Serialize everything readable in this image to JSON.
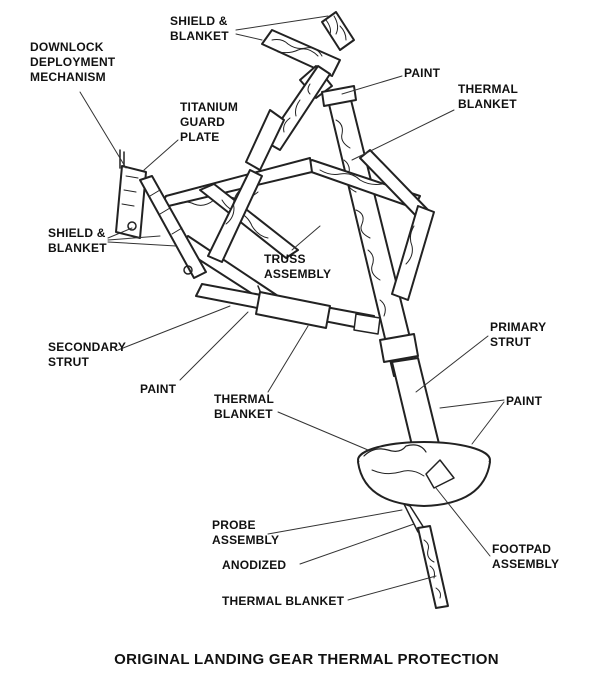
{
  "caption": "ORIGINAL LANDING GEAR THERMAL PROTECTION",
  "labels": {
    "shield_blanket_top": [
      "SHIELD &",
      "BLANKET"
    ],
    "downlock": [
      "DOWNLOCK",
      "DEPLOYMENT",
      "MECHANISM"
    ],
    "paint_top": "PAINT",
    "thermal_blanket_top": [
      "THERMAL",
      "BLANKET"
    ],
    "titanium_guard": [
      "TITANIUM",
      "GUARD",
      "PLATE"
    ],
    "shield_blanket_left": [
      "SHIELD &",
      "BLANKET"
    ],
    "truss_assembly": [
      "TRUSS",
      "ASSEMBLY"
    ],
    "secondary_strut": [
      "SECONDARY",
      "STRUT"
    ],
    "primary_strut": [
      "PRIMARY",
      "STRUT"
    ],
    "paint_mid": "PAINT",
    "thermal_blanket_mid": [
      "THERMAL",
      "BLANKET"
    ],
    "paint_right": "PAINT",
    "probe_assembly": [
      "PROBE",
      "ASSEMBLY"
    ],
    "anodized": "ANODIZED",
    "footpad_assembly": [
      "FOOTPAD",
      "ASSEMBLY"
    ],
    "thermal_blanket_bottom": "THERMAL BLANKET"
  }
}
